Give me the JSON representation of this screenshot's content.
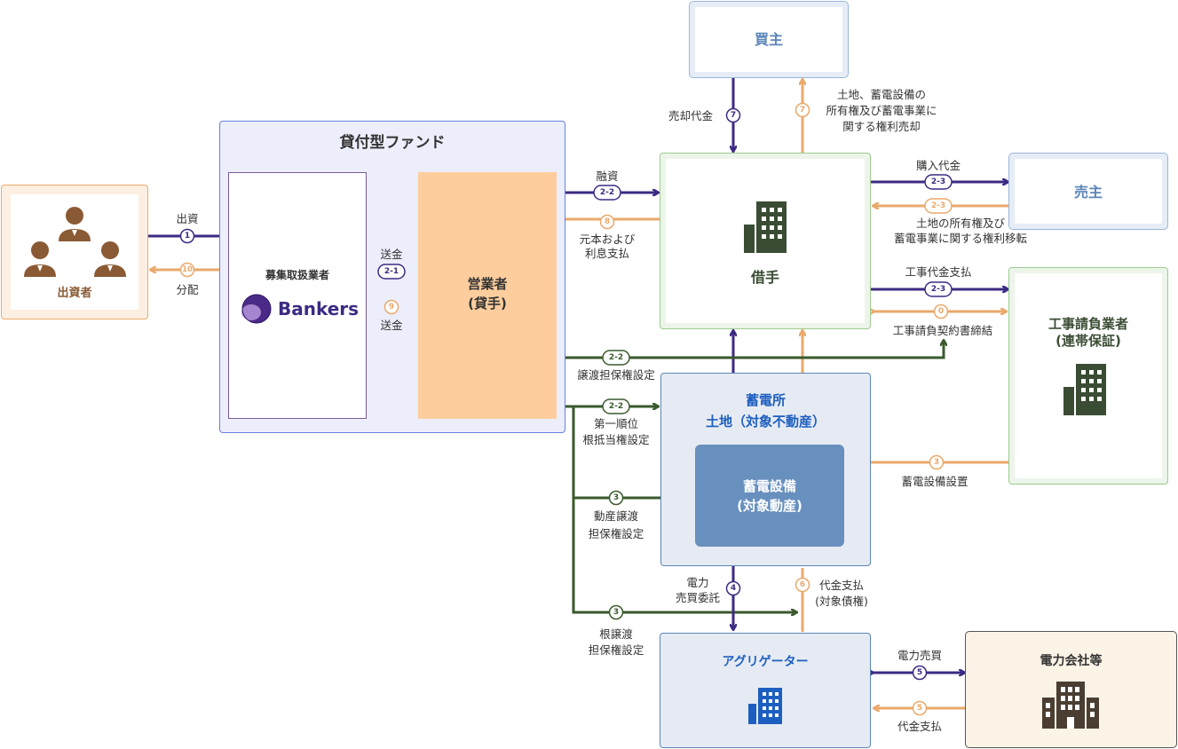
{
  "colors": {
    "purple": "#3d2a83",
    "orange": "#eaa96b",
    "green": "#3a5a2d",
    "investor_bg": "#fcefe2",
    "fund_bg": "#eceefc",
    "operator_bg": "#fdcd9d",
    "borrower_border": "#9ccb90",
    "seller_bg": "#e6edf6",
    "station_bg": "#e6ebf3",
    "equipment_bg": "#6890bf",
    "power_company_bg": "#fbf3e6"
  },
  "investors": {
    "label": "出資者",
    "icon": "people-icon"
  },
  "fund": {
    "title": "貸付型ファンド",
    "broker_title": "募集取扱業者",
    "broker_brand": "Bankers",
    "operator_title": "営業者",
    "operator_sub": "(貸手)"
  },
  "buyer": {
    "label": "買主"
  },
  "borrower": {
    "label": "借手",
    "icon": "building-icon"
  },
  "seller": {
    "label": "売主"
  },
  "contractor": {
    "line1": "工事請負業者",
    "line2": "(連帯保証)",
    "icon": "building-icon"
  },
  "station": {
    "line1": "蓄電所",
    "line2": "土地（対象不動産）",
    "equipment_line1": "蓄電設備",
    "equipment_line2": "(対象動産)"
  },
  "aggregator": {
    "label": "アグリゲーター",
    "icon": "building-icon"
  },
  "power_company": {
    "label": "電力会社等",
    "icon": "building-icon"
  },
  "flows": {
    "invest": {
      "num": "1",
      "text": "出資"
    },
    "distribute": {
      "num": "10",
      "text": "分配"
    },
    "send1": {
      "num": "2-1",
      "text": "送金"
    },
    "send2": {
      "num": "9",
      "text": "送金"
    },
    "loan": {
      "num": "2-2",
      "text": "融資"
    },
    "repay": {
      "num": "8",
      "line1": "元本および",
      "line2": "利息支払"
    },
    "sale_price": {
      "num": "7",
      "text": "売却代金"
    },
    "sale_rights": {
      "num": "7",
      "line1": "土地、蓄電設備の",
      "line2": "所有権及び蓄電事業に",
      "line3": "関する権利売却"
    },
    "purchase": {
      "num": "2-3",
      "text": "購入代金"
    },
    "transfer": {
      "num": "2-3",
      "line1": "土地の所有権及び",
      "line2": "蓄電事業に関する権利移転"
    },
    "construction_pay": {
      "num": "2-3",
      "text": "工事代金支払"
    },
    "construction_contract": {
      "num": "0",
      "text": "工事請負契約書締結"
    },
    "assignment_security": {
      "num": "2-2",
      "text": "譲渡担保権設定"
    },
    "mortgage": {
      "num": "2-2",
      "line1": "第一順位",
      "line2": "根抵当権設定"
    },
    "install": {
      "num": "3",
      "text": "蓄電設備設置"
    },
    "movable_security": {
      "num": "3",
      "line1": "動産譲渡",
      "line2": "担保権設定"
    },
    "root_security": {
      "num": "3",
      "line1": "根譲渡",
      "line2": "担保権設定"
    },
    "power_consign": {
      "num": "4",
      "line1": "電力",
      "line2": "売買委託"
    },
    "price_pay": {
      "num": "6",
      "line1": "代金支払",
      "line2": "(対象債権)"
    },
    "power_trade": {
      "num": "5",
      "text": "電力売買"
    },
    "price_pay2": {
      "num": "5",
      "text": "代金支払"
    }
  }
}
